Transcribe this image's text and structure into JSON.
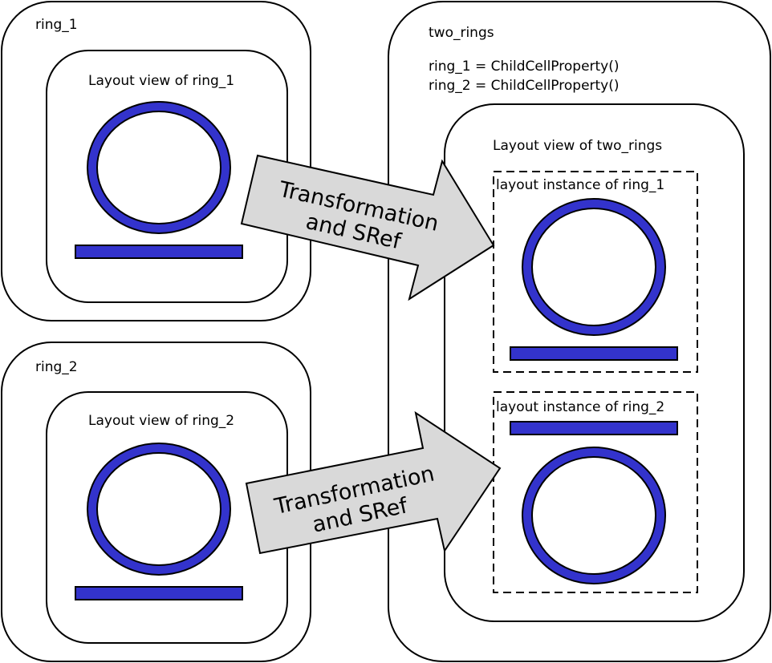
{
  "colors": {
    "waveguide_fill": "#3333CC",
    "arrow_fill": "#D9D9D9",
    "stroke": "#000000",
    "background": "#FFFFFF"
  },
  "cells": {
    "ring_1": {
      "title": "ring_1",
      "layout_view_label": "Layout view of ring_1"
    },
    "ring_2": {
      "title": "ring_2",
      "layout_view_label": "Layout view of ring_2"
    },
    "two_rings": {
      "title": "two_rings",
      "property_lines": [
        "ring_1 = ChildCellProperty()",
        "ring_2 = ChildCellProperty()"
      ],
      "layout_view_label": "Layout view of two_rings",
      "instances": [
        {
          "label": "layout instance of ring_1"
        },
        {
          "label": "layout instance of ring_2"
        }
      ]
    }
  },
  "arrows": [
    {
      "line1": "Transformation",
      "line2": "and SRef",
      "from": "ring_1",
      "to": "layout instance of ring_1"
    },
    {
      "line1": "Transformation",
      "line2": "and SRef",
      "from": "ring_2",
      "to": "layout instance of ring_2"
    }
  ]
}
